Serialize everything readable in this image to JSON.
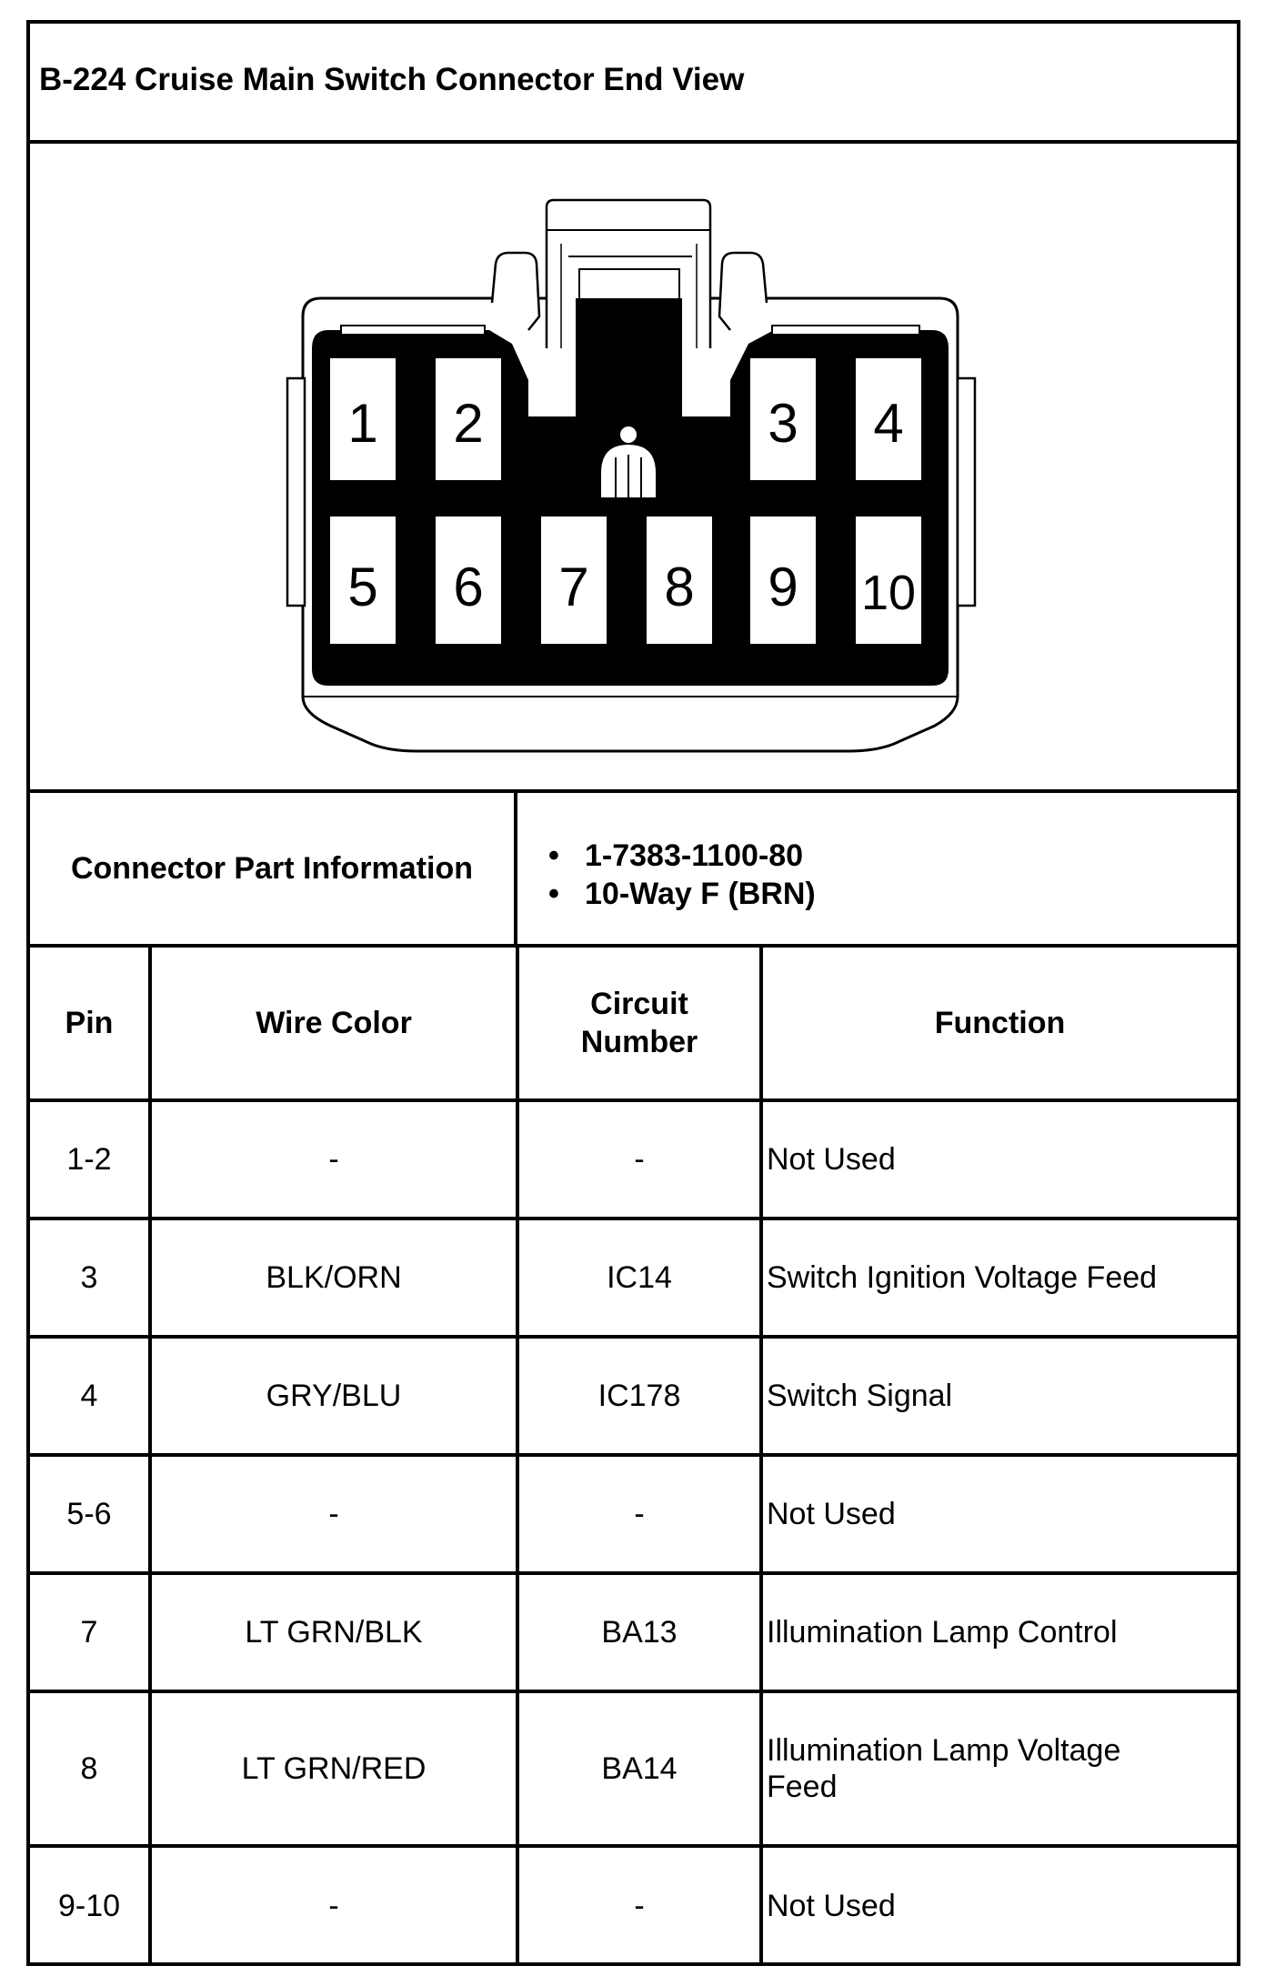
{
  "title": "B-224 Cruise Main Switch Connector End View",
  "connector_diagram": {
    "pins_top": [
      "1",
      "2",
      "3",
      "4"
    ],
    "pins_bottom": [
      "5",
      "6",
      "7",
      "8",
      "9",
      "10"
    ]
  },
  "connector_part_info": {
    "label": "Connector Part Information",
    "items": [
      "1-7383-1100-80",
      "10-Way F (BRN)"
    ]
  },
  "table": {
    "headers": {
      "pin": "Pin",
      "wire_color": "Wire Color",
      "circuit_number": "Circuit Number",
      "function": "Function"
    },
    "rows": [
      {
        "pin": "1-2",
        "wire_color": "-",
        "circuit": "-",
        "function": "Not Used"
      },
      {
        "pin": "3",
        "wire_color": "BLK/ORN",
        "circuit": "IC14",
        "function": "Switch Ignition Voltage Feed"
      },
      {
        "pin": "4",
        "wire_color": "GRY/BLU",
        "circuit": "IC178",
        "function": "Switch Signal"
      },
      {
        "pin": "5-6",
        "wire_color": "-",
        "circuit": "-",
        "function": "Not Used"
      },
      {
        "pin": "7",
        "wire_color": "LT GRN/BLK",
        "circuit": "BA13",
        "function": "Illumination Lamp Control"
      },
      {
        "pin": "8",
        "wire_color": "LT GRN/RED",
        "circuit": "BA14",
        "function": "Illumination Lamp Voltage Feed"
      },
      {
        "pin": "9-10",
        "wire_color": "-",
        "circuit": "-",
        "function": "Not Used"
      }
    ]
  }
}
